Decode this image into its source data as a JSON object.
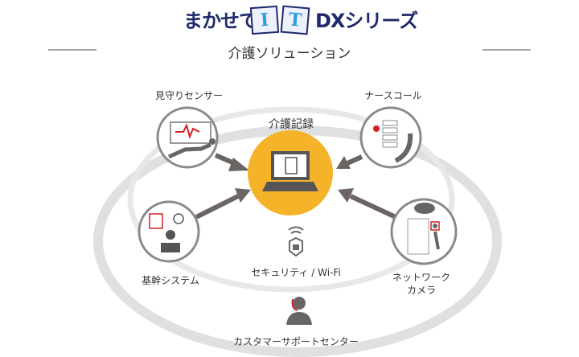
{
  "header": {
    "prefix": "まかせて",
    "it_letters": [
      "I",
      "T"
    ],
    "suffix": "DXシリーズ",
    "subtitle": "介護ソリューション"
  },
  "center": {
    "label": "介護記録"
  },
  "nodes": {
    "sensor": "見守りセンサー",
    "nurse_call": "ナースコール",
    "core_system": "基幹システム",
    "camera_line1": "ネットワーク",
    "camera_line2": "カメラ",
    "security": "セキュリティ / Wi-Fi",
    "support": "カスタマーサポートセンター"
  },
  "colors": {
    "orange": "#f5b32a",
    "gray": "#6b6462",
    "ring": "#e3e3e3",
    "red": "#d42020",
    "navy": "#1f2a6b"
  }
}
